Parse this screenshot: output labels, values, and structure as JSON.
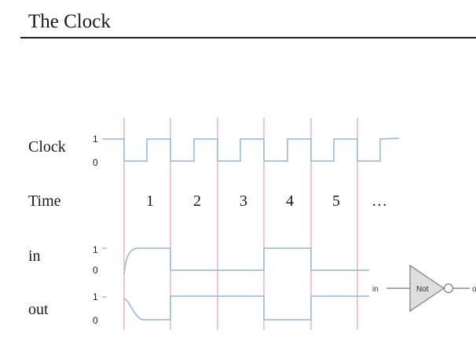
{
  "title": "The Clock",
  "rows": {
    "clock": {
      "label": "Clock",
      "high": "1",
      "low": "0"
    },
    "time": {
      "label": "Time",
      "values": [
        "1",
        "2",
        "3",
        "4",
        "5"
      ],
      "ellipsis": "…"
    },
    "in": {
      "label": "in",
      "high": "1",
      "low": "0"
    },
    "out": {
      "label": "out",
      "high": "1",
      "low": "0"
    }
  },
  "gate": {
    "input_label": "in",
    "name": "Not",
    "output_label": "out"
  },
  "colors": {
    "signal": "#8fb6e0",
    "cycle_boundary": "#e8a0a8",
    "text": "#1a1a1a"
  }
}
